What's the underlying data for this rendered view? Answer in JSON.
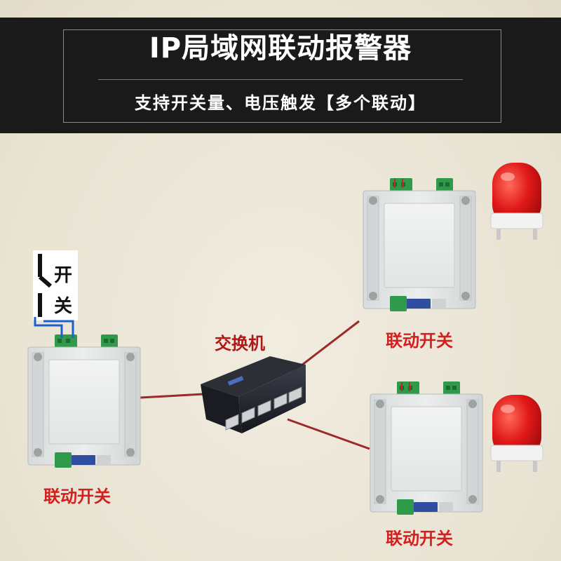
{
  "header": {
    "title": "IP局域网联动报警器",
    "subtitle": "支持开关量、电压触发【多个联动】"
  },
  "switch_chars": [
    "开",
    "关"
  ],
  "labels": {
    "switch_label": "交换机",
    "left_module": "联动开关",
    "top_right_module": "联动开关",
    "bottom_right_module": "联动开关"
  },
  "colors": {
    "header_bg": "#1a1a1a",
    "label_red": "#d51f1f",
    "cable": "#9c2a2a",
    "module_body": "#e4e6e6",
    "terminal_green": "#2e9a4a",
    "alarm_red": "#d81818"
  }
}
